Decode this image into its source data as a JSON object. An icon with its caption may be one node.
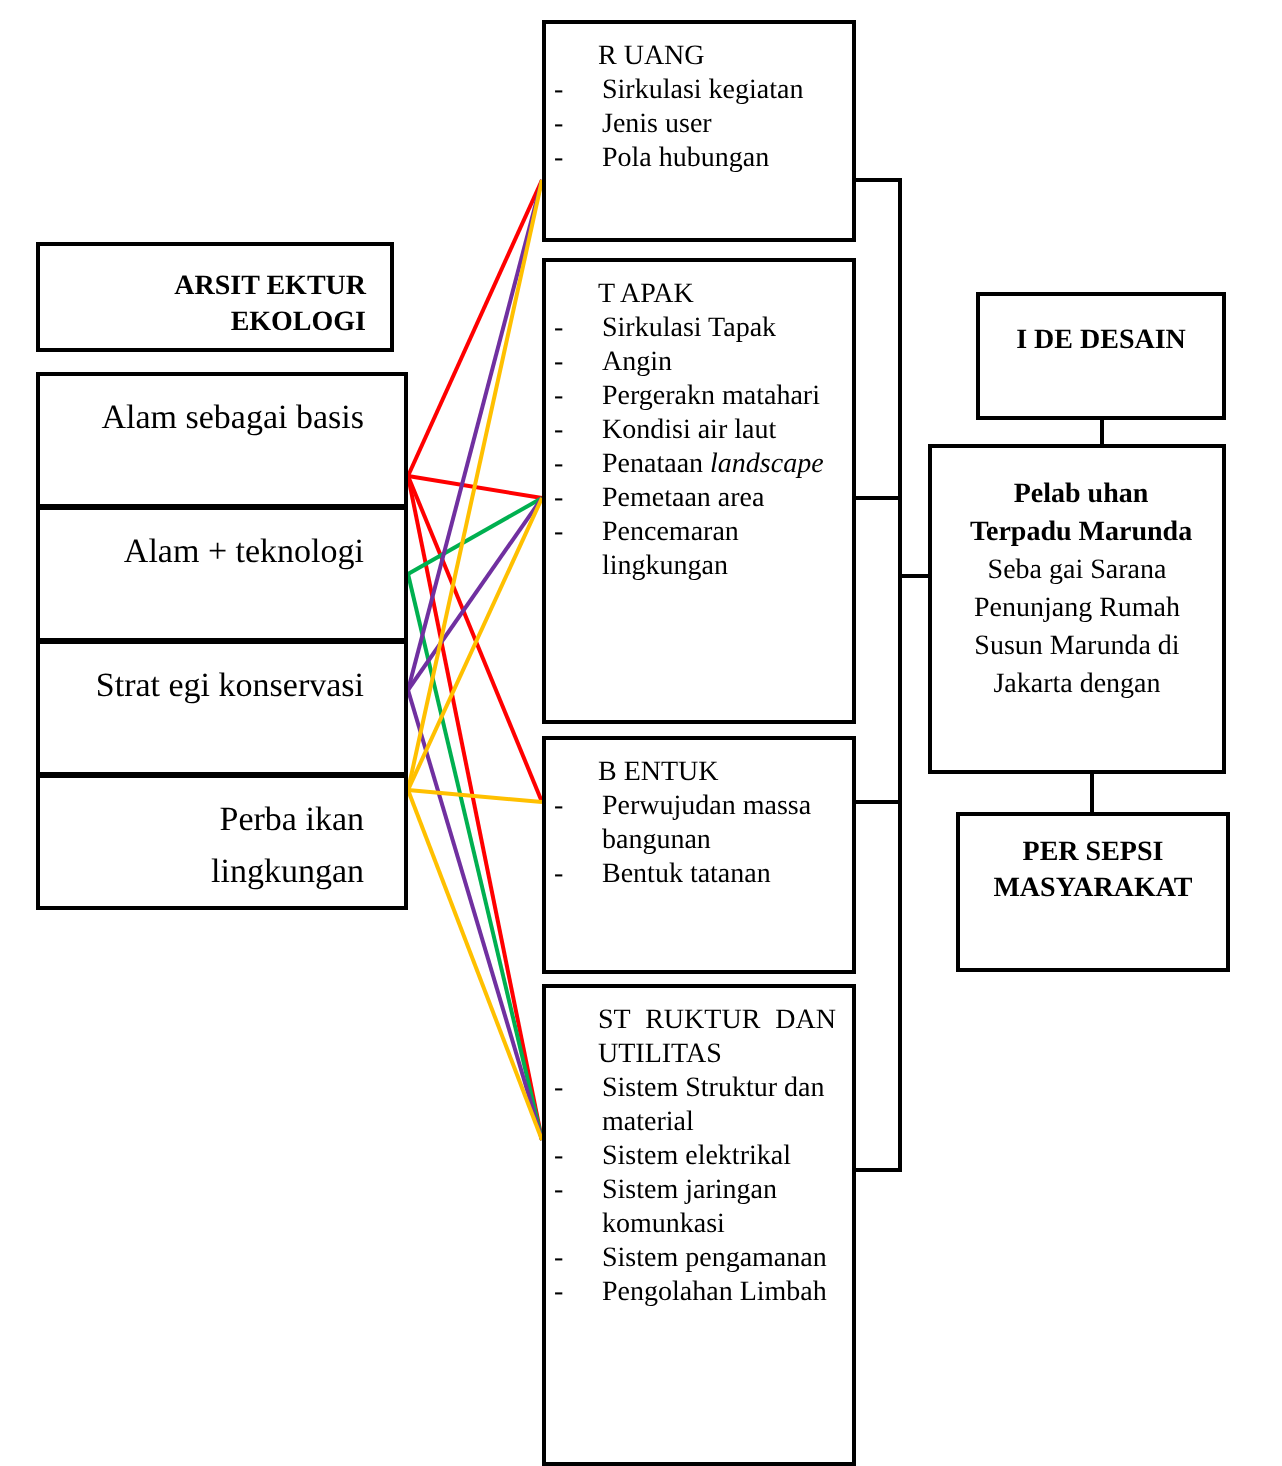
{
  "diagram": {
    "nodes": [
      {
        "text": [
          "ARSIT EKTUR EKOLOGI"
        ]
      },
      {
        "text": [
          "Alam sebagai basis"
        ]
      },
      {
        "text": [
          "Alam + teknologi"
        ]
      },
      {
        "text": [
          "Strat egi konservasi"
        ]
      },
      {
        "text": [
          "Perba ikan lingkungan"
        ]
      },
      {
        "text": [
          "R UANG",
          "- Sirkulasi kegiatan",
          "- Jenis user",
          "- Pola hubungan"
        ]
      },
      {
        "text": [
          "T APAK",
          "- Sirkulasi Tapak",
          "- Angin",
          "- Pergerakn matahari",
          "- Kondisi air laut",
          "- Penataan *landscape*",
          "- Pemetaan area",
          "- Pencemaran lingkungan"
        ]
      },
      {
        "text": [
          "B ENTUK",
          "- Perwujudan massa bangunan",
          "- Bentuk tatanan"
        ]
      },
      {
        "text": [
          "ST RUKTUR DAN UTILITAS",
          "- Sistem Struktur dan material",
          "- Sistem elektrikal",
          "- Sistem jaringan komunkasi",
          "- Sistem pengamanan",
          "- Pengolahan Limbah"
        ]
      },
      {
        "text": [
          "I DE DESAIN"
        ]
      },
      {
        "text": [
          "Pelab uhan Terpadu Marunda",
          "Seba gai Sarana Penunjang Rumah Susun Marunda di Jakarta dengan"
        ]
      },
      {
        "text": [
          "PER SEPSI MASYARAKAT"
        ]
      }
    ],
    "edges": [
      {
        "from": 1,
        "to": 5,
        "arrow": "none",
        "color": "#ff0000"
      },
      {
        "from": 1,
        "to": 6,
        "arrow": "none",
        "color": "#ff0000"
      },
      {
        "from": 1,
        "to": 7,
        "arrow": "none",
        "color": "#ff0000"
      },
      {
        "from": 1,
        "to": 8,
        "arrow": "none",
        "color": "#ff0000"
      },
      {
        "from": 2,
        "to": 6,
        "arrow": "none",
        "color": "#00b050"
      },
      {
        "from": 2,
        "to": 8,
        "arrow": "none",
        "color": "#00b050"
      },
      {
        "from": 3,
        "to": 5,
        "arrow": "none",
        "color": "#7030a0"
      },
      {
        "from": 3,
        "to": 6,
        "arrow": "none",
        "color": "#7030a0"
      },
      {
        "from": 3,
        "to": 8,
        "arrow": "none",
        "color": "#7030a0"
      },
      {
        "from": 4,
        "to": 5,
        "arrow": "none",
        "color": "#ffc000"
      },
      {
        "from": 4,
        "to": 6,
        "arrow": "none",
        "color": "#ffc000"
      },
      {
        "from": 4,
        "to": 7,
        "arrow": "none",
        "color": "#ffc000"
      },
      {
        "from": 4,
        "to": 8,
        "arrow": "none",
        "color": "#ffc000"
      },
      {
        "from": 5,
        "to": 10,
        "arrow": "none"
      },
      {
        "from": 6,
        "to": 10,
        "arrow": "none"
      },
      {
        "from": 7,
        "to": 10,
        "arrow": "none"
      },
      {
        "from": 8,
        "to": 10,
        "arrow": "none"
      },
      {
        "from": 9,
        "to": 10,
        "arrow": "none"
      },
      {
        "from": 10,
        "to": 11,
        "arrow": "none"
      }
    ]
  }
}
